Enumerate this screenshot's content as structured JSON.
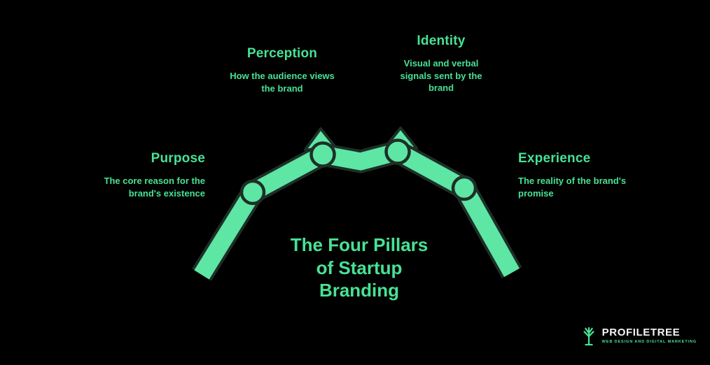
{
  "colors": {
    "background": "#000000",
    "accent": "#47e295",
    "ribbon": "#5ee6a4",
    "ribbon-outline": "#1d2f26",
    "logo-text": "#f5f7f6"
  },
  "title": {
    "text": "The Four Pillars\nof Startup\nBranding"
  },
  "pillars": [
    {
      "id": "purpose",
      "heading": "Purpose",
      "description": "The core reason for the\nbrand's existence"
    },
    {
      "id": "perception",
      "heading": "Perception",
      "description": "How the audience views\nthe brand"
    },
    {
      "id": "identity",
      "heading": "Identity",
      "description": "Visual and verbal\nsignals sent by the\nbrand"
    },
    {
      "id": "experience",
      "heading": "Experience",
      "description": "The reality of the brand's\npromise"
    }
  ],
  "logo": {
    "text": "PROFILETREE",
    "tagline": "WEB DESIGN AND DIGITAL MARKETING"
  }
}
